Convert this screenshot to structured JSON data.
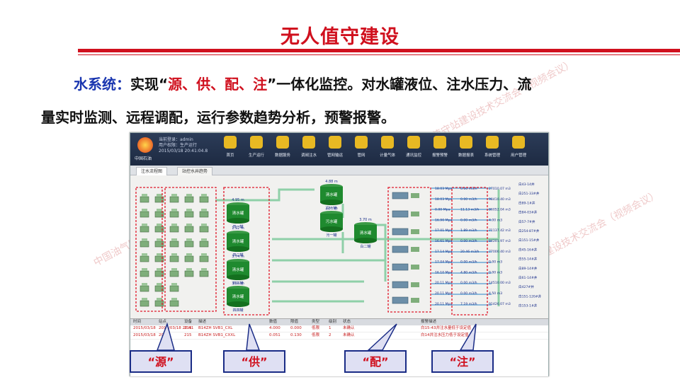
{
  "slide": {
    "title": "无人值守建设",
    "desc_prefix": "水系统：",
    "desc_a": "实现“",
    "desc_keys": "源、供、配、注",
    "desc_b": "”一体化监控。对水罐液位、注水压力、流",
    "desc_line2": "量实时监测、远程调配，运行参数趋势分析，预警报警。",
    "watermark": "中国油气田与长输管道无人值守站建设技术交流会（视频会议）"
  },
  "app": {
    "logo_text": "中国石油",
    "user_label": "当前登录：",
    "user": "admin",
    "role_label": "用户权限：",
    "role": "生产运行",
    "datetime": "2015/03/18 20:41:04.8",
    "toolbar": [
      "首页",
      "生产运行",
      "数据服务",
      "调阀注水",
      "管网输运",
      "管网",
      "计量气体",
      "通讯监控",
      "报警预警",
      "数据报表",
      "系统管理",
      "用户管理"
    ],
    "tabs": [
      "注水流程图",
      "站控水井趋势"
    ]
  },
  "process": {
    "tanks": [
      {
        "label": "清水罐",
        "name": "四一罐",
        "level": "4.95 m"
      },
      {
        "label": "清水罐",
        "name": "四二罐",
        "level": "1.92 m"
      },
      {
        "label": "清水罐",
        "name": "四三罐",
        "level": "3.74 m"
      },
      {
        "label": "清水罐",
        "name": "四四罐",
        "level": "3.55 m"
      },
      {
        "label": "清水罐",
        "name": "白一罐",
        "level": "4.88 m"
      },
      {
        "label": "污水罐",
        "name": "污一罐",
        "level": "2.51 m"
      },
      {
        "label": "清水罐",
        "name": "白二罐",
        "level": "3.70 m"
      }
    ],
    "pressure": [
      "18.03 Mpa",
      "18.03 Mpa",
      "0.00 Mpa",
      "16.90 Mpa",
      "17.01 Mpa",
      "16.61 Mpa",
      "17.14 Mpa",
      "17.04 Mpa",
      "16.10 Mpa",
      "20.11 Mpa",
      "20.11 Mpa",
      "20.11 Mpa"
    ],
    "flow": [
      "0.00 m3/h",
      "0.00 m3/h",
      "11.13 m3/h",
      "0.00 m3/h",
      "1.89 m3/h",
      "0.00 m3/h",
      "20.46 m3/h",
      "0.00 m3/h",
      "4.80 m3/h",
      "0.00 m3/h",
      "0.00 m3/h",
      "7.19 m3/h"
    ],
    "total": [
      "27010.07 m3",
      "98410.40 m3",
      "86052.04 m3",
      "4.00 m3",
      "71137.42 m3",
      "84201.97 m3",
      "77000.40 m3",
      "0.00 m3",
      "0.00 m3",
      "14510.00 m3",
      "4.50 m3",
      "91426.07 m3"
    ],
    "wells": [
      "白43-14井",
      "白251-33#井",
      "白89-1#井",
      "白84-03#井",
      "白57-7#井",
      "白254-87#井",
      "白151-15#井",
      "白45-16#井",
      "白55-14#井",
      "白89-14#井",
      "白61-14#井",
      "白427#井",
      "白151-120#井",
      "白153-1#井"
    ]
  },
  "events": {
    "headers": [
      "时间",
      "站点",
      "设备",
      "描述",
      "数值",
      "限值",
      "类型",
      "级别",
      "状态",
      "报警描述"
    ],
    "rows": [
      [
        "2015/03/18",
        "2015/03/18 20:41",
        "215",
        "B14ZH SVB1_CXL",
        "4.000",
        "0.000",
        "低限",
        "1",
        "未确认",
        "白15-43井注水量低于设定值"
      ],
      [
        "2015/03/18",
        "20:40",
        "215",
        "B14ZH SVB1_CXXL",
        "0.051",
        "0.130",
        "低限",
        "2",
        "未确认",
        "白14井注水压力低于设定值"
      ]
    ]
  },
  "callouts": [
    "“源”",
    "“供”",
    "“配”",
    "“注”"
  ],
  "colors": {
    "title_red": "#d0101e",
    "keyword_blue": "#1a36b0",
    "box_navy": "#1a2c86",
    "dash_red": "#e0192a"
  }
}
